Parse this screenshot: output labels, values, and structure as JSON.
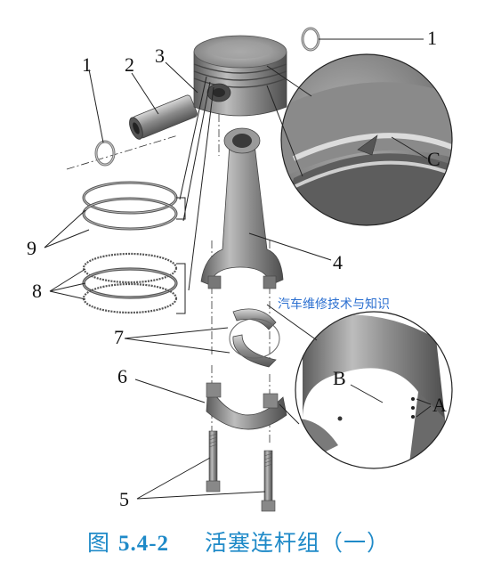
{
  "callouts": {
    "c1_left": "1",
    "c1_right": "1",
    "c2": "2",
    "c3": "3",
    "c4": "4",
    "c5": "5",
    "c6": "6",
    "c7": "7",
    "c8": "8",
    "c9": "9",
    "cA": "A",
    "cB": "B",
    "cC": "C"
  },
  "watermark": "汽车维修技术与知识",
  "caption": {
    "prefix": "图",
    "number": "5.4-2",
    "title": "活塞连杆组（一）"
  },
  "colors": {
    "part_dark": "#6e6e6e",
    "part_mid": "#9a9a9a",
    "part_light": "#d6d6d6",
    "leader": "#222222",
    "caption": "#1f8ac8",
    "watermark": "#2b6fd0"
  }
}
